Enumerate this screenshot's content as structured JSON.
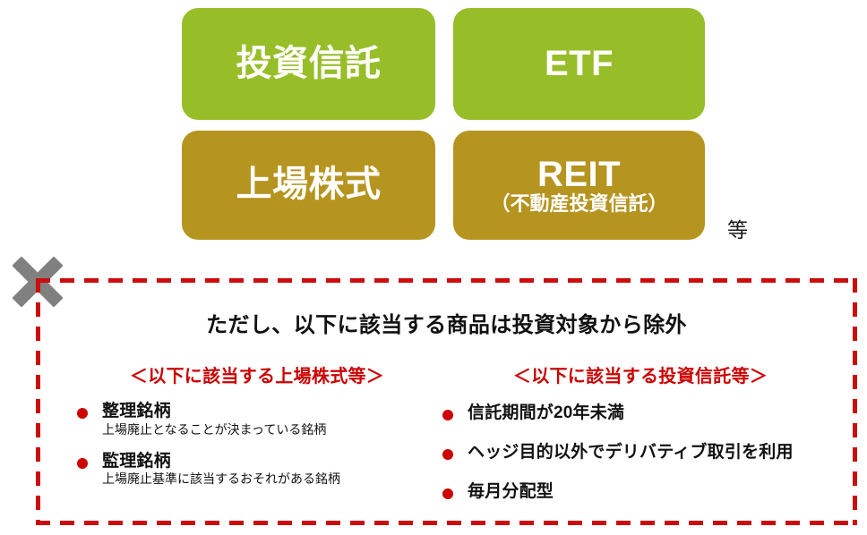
{
  "categories": [
    {
      "name": "toshin",
      "main": "投資信託",
      "sub": "",
      "color": "#97be28",
      "text_color": "#ffffff"
    },
    {
      "name": "etf",
      "main": "ETF",
      "sub": "",
      "color": "#97be28",
      "text_color": "#ffffff"
    },
    {
      "name": "kabushiki",
      "main": "上場株式",
      "sub": "",
      "color": "#b5941f",
      "text_color": "#ffffff"
    },
    {
      "name": "reit",
      "main": "REIT",
      "sub": "（不動産投資信託）",
      "color": "#b5941f",
      "text_color": "#ffffff"
    }
  ],
  "etc_label": "等",
  "exclusion": {
    "title": "ただし、以下に該当する商品は投資対象から除外",
    "border_color": "#cc0d0d",
    "accent_color": "#cc0000",
    "x_mark_color": "#808080",
    "left_column": {
      "heading": "＜以下に該当する上場株式等＞",
      "items": [
        {
          "label": "整理銘柄",
          "note": "上場廃止となることが決まっている銘柄"
        },
        {
          "label": "監理銘柄",
          "note": "上場廃止基準に該当するおそれがある銘柄"
        }
      ]
    },
    "right_column": {
      "heading": "＜以下に該当する投資信託等＞",
      "items": [
        {
          "label": "信託期間が20年未満",
          "note": ""
        },
        {
          "label": "ヘッジ目的以外でデリバティブ取引を利用",
          "note": ""
        },
        {
          "label": "毎月分配型",
          "note": ""
        }
      ]
    }
  }
}
